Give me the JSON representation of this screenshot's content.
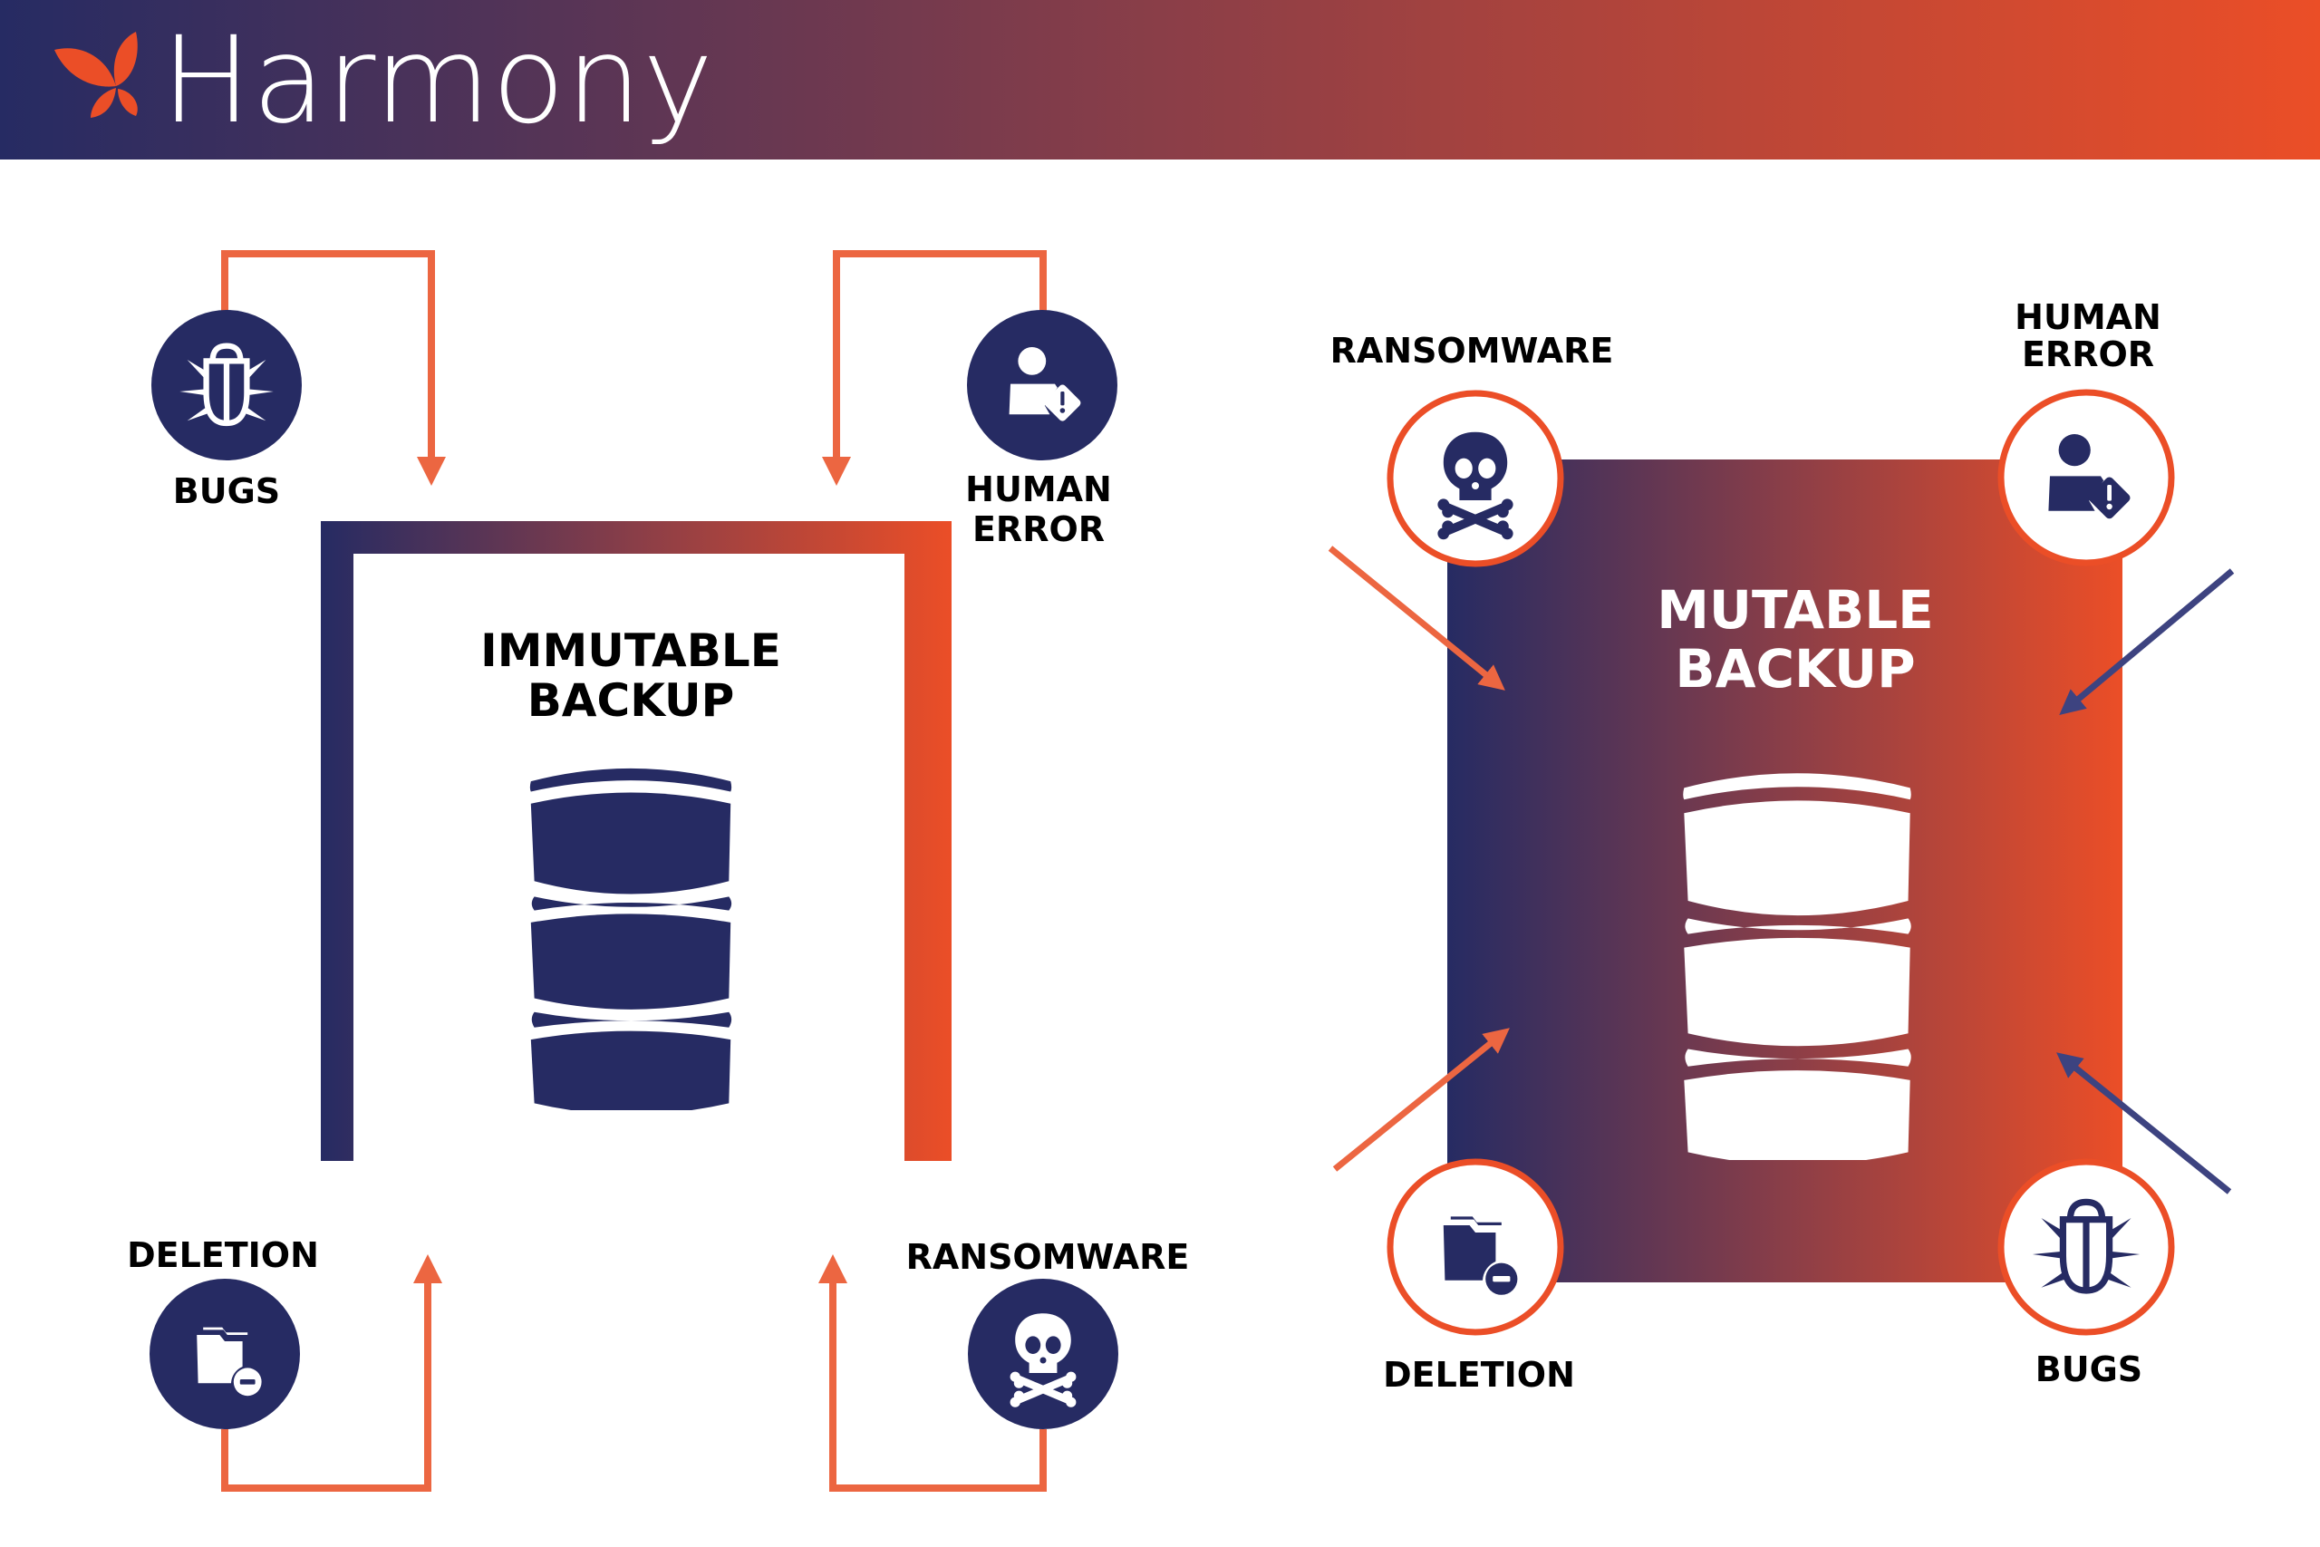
{
  "header": {
    "brand_name": "Harmony",
    "logo_icon": "butterfly-logo-icon",
    "gradient_start": "#262b63",
    "gradient_end": "#eb4e27"
  },
  "colors": {
    "navy": "#262b63",
    "orange": "#eb4e27",
    "connector_orange": "#ec6641",
    "arrow_navy": "#3d4380"
  },
  "immutable": {
    "title_line1": "IMMUTABLE",
    "title_line2": "BACKUP",
    "database_icon": "database-icon",
    "threats": [
      {
        "id": "bugs",
        "label_lines": [
          "BUGS"
        ],
        "icon": "bug-icon",
        "position": "top-left"
      },
      {
        "id": "human-error",
        "label_lines": [
          "HUMAN",
          "ERROR"
        ],
        "icon": "user-warning-icon",
        "position": "top-right"
      },
      {
        "id": "deletion",
        "label_lines": [
          "DELETION"
        ],
        "icon": "folder-minus-icon",
        "position": "bottom-left"
      },
      {
        "id": "ransomware",
        "label_lines": [
          "RANSOMWARE"
        ],
        "icon": "skull-crossbones-icon",
        "position": "bottom-right"
      }
    ]
  },
  "mutable": {
    "title_line1": "MUTABLE",
    "title_line2": "BACKUP",
    "database_icon": "database-icon",
    "threats": [
      {
        "id": "ransomware",
        "label_lines": [
          "RANSOMWARE"
        ],
        "icon": "skull-crossbones-icon",
        "position": "top-left"
      },
      {
        "id": "human-error",
        "label_lines": [
          "HUMAN",
          "ERROR"
        ],
        "icon": "user-warning-icon",
        "position": "top-right"
      },
      {
        "id": "deletion",
        "label_lines": [
          "DELETION"
        ],
        "icon": "folder-minus-icon",
        "position": "bottom-left"
      },
      {
        "id": "bugs",
        "label_lines": [
          "BUGS"
        ],
        "icon": "bug-icon",
        "position": "bottom-right"
      }
    ]
  }
}
